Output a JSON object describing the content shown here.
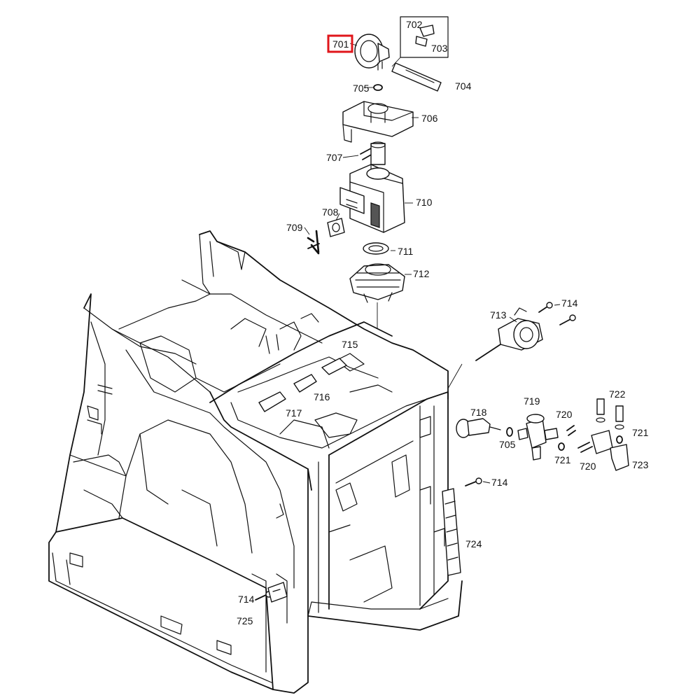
{
  "diagram": {
    "highlight_color": "#e0161b",
    "highlighted_part": "701",
    "labels": {
      "p701": "701",
      "p702": "702",
      "p703": "703",
      "p704": "704",
      "p705a": "705",
      "p705b": "705",
      "p706": "706",
      "p707": "707",
      "p708": "708",
      "p709": "709",
      "p710": "710",
      "p711": "711",
      "p712": "712",
      "p713": "713",
      "p714a": "714",
      "p714b": "714",
      "p714c": "714",
      "p715": "715",
      "p716": "716",
      "p717": "717",
      "p718": "718",
      "p719": "719",
      "p720a": "720",
      "p720b": "720",
      "p721a": "721",
      "p721b": "721",
      "p722": "722",
      "p723": "723",
      "p724": "724",
      "p725": "725"
    }
  }
}
